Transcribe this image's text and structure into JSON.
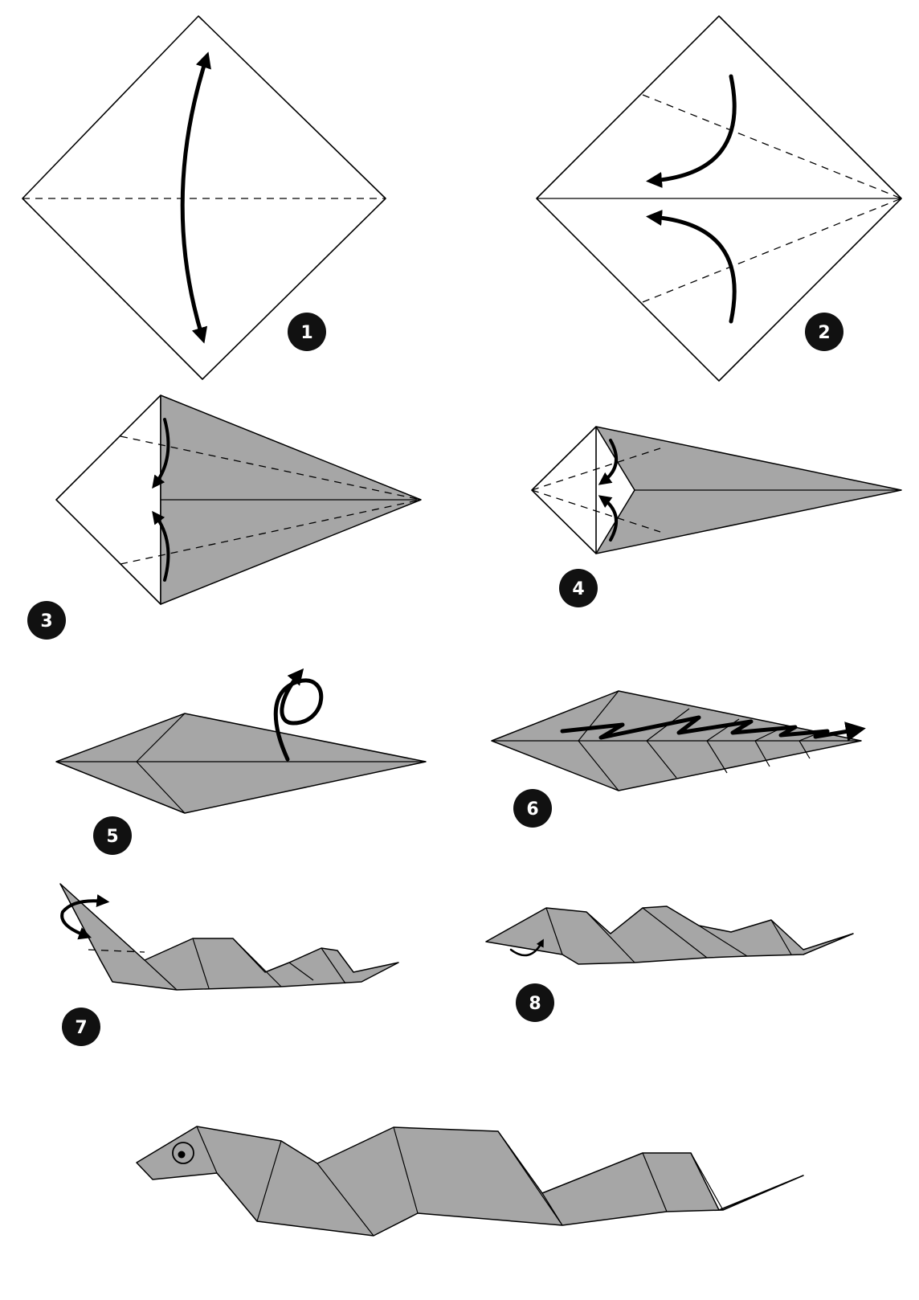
{
  "diagram": {
    "step_labels": [
      "1",
      "2",
      "3",
      "4",
      "5",
      "6",
      "7",
      "8"
    ]
  },
  "colors": {
    "paper_grey": "#a6a6a6",
    "line": "#000000",
    "badge": "#111111"
  },
  "icons": {
    "step_badge": "filled-black-circle",
    "fold_arrow": "curved-arrow"
  }
}
